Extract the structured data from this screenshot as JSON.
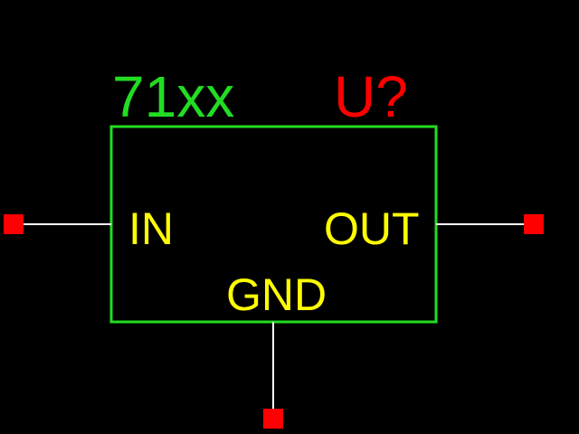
{
  "component": {
    "value": "71xx",
    "reference": "U?",
    "pins": [
      {
        "id": "in",
        "label": "IN"
      },
      {
        "id": "out",
        "label": "OUT"
      },
      {
        "id": "gnd",
        "label": "GND"
      }
    ]
  },
  "colors": {
    "background": "#000000",
    "body_outline": "#22dd22",
    "value_text": "#22dd22",
    "reference_text": "#ff0000",
    "pin_label_text": "#ffff00",
    "wire": "#ffffff",
    "pin_terminal": "#ff0000"
  }
}
